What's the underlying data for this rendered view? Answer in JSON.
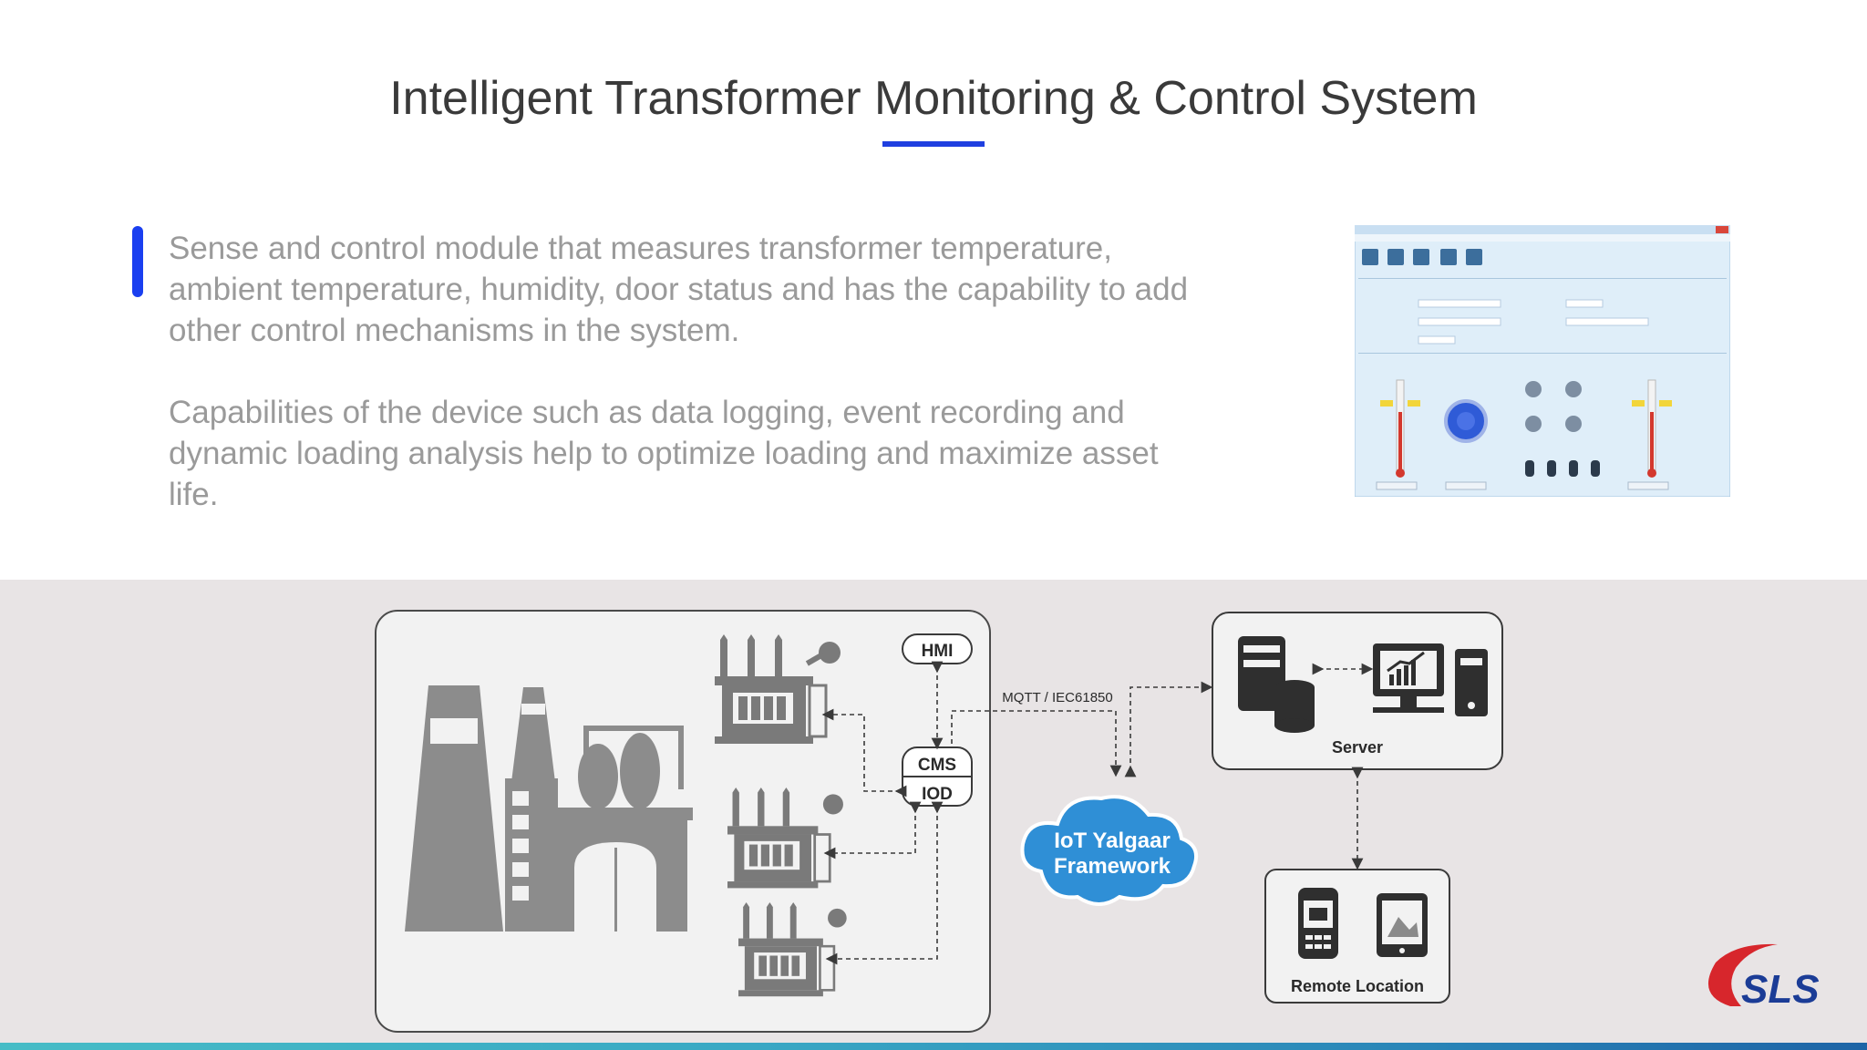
{
  "header": {
    "title": "Intelligent Transformer Monitoring & Control System"
  },
  "content": {
    "paragraph1": "Sense and control module that measures transformer temperature, ambient temperature, humidity, door status and has the capability to add other control mechanisms in the system.",
    "paragraph2": "Capabilities of the device such as data logging, event recording and dynamic loading analysis help to optimize loading and maximize asset life."
  },
  "diagram": {
    "hmi_label": "HMI",
    "cms_label": "CMS",
    "iod_label": "IOD",
    "protocol_label": "MQTT / IEC61850",
    "cloud_line1": "IoT Yalgaar",
    "cloud_line2": "Framework",
    "server_label": "Server",
    "remote_label": "Remote Location"
  },
  "brand": {
    "logo_text": "SLS",
    "accent_color": "#1f3fe0",
    "cloud_color": "#2f8fd6"
  }
}
